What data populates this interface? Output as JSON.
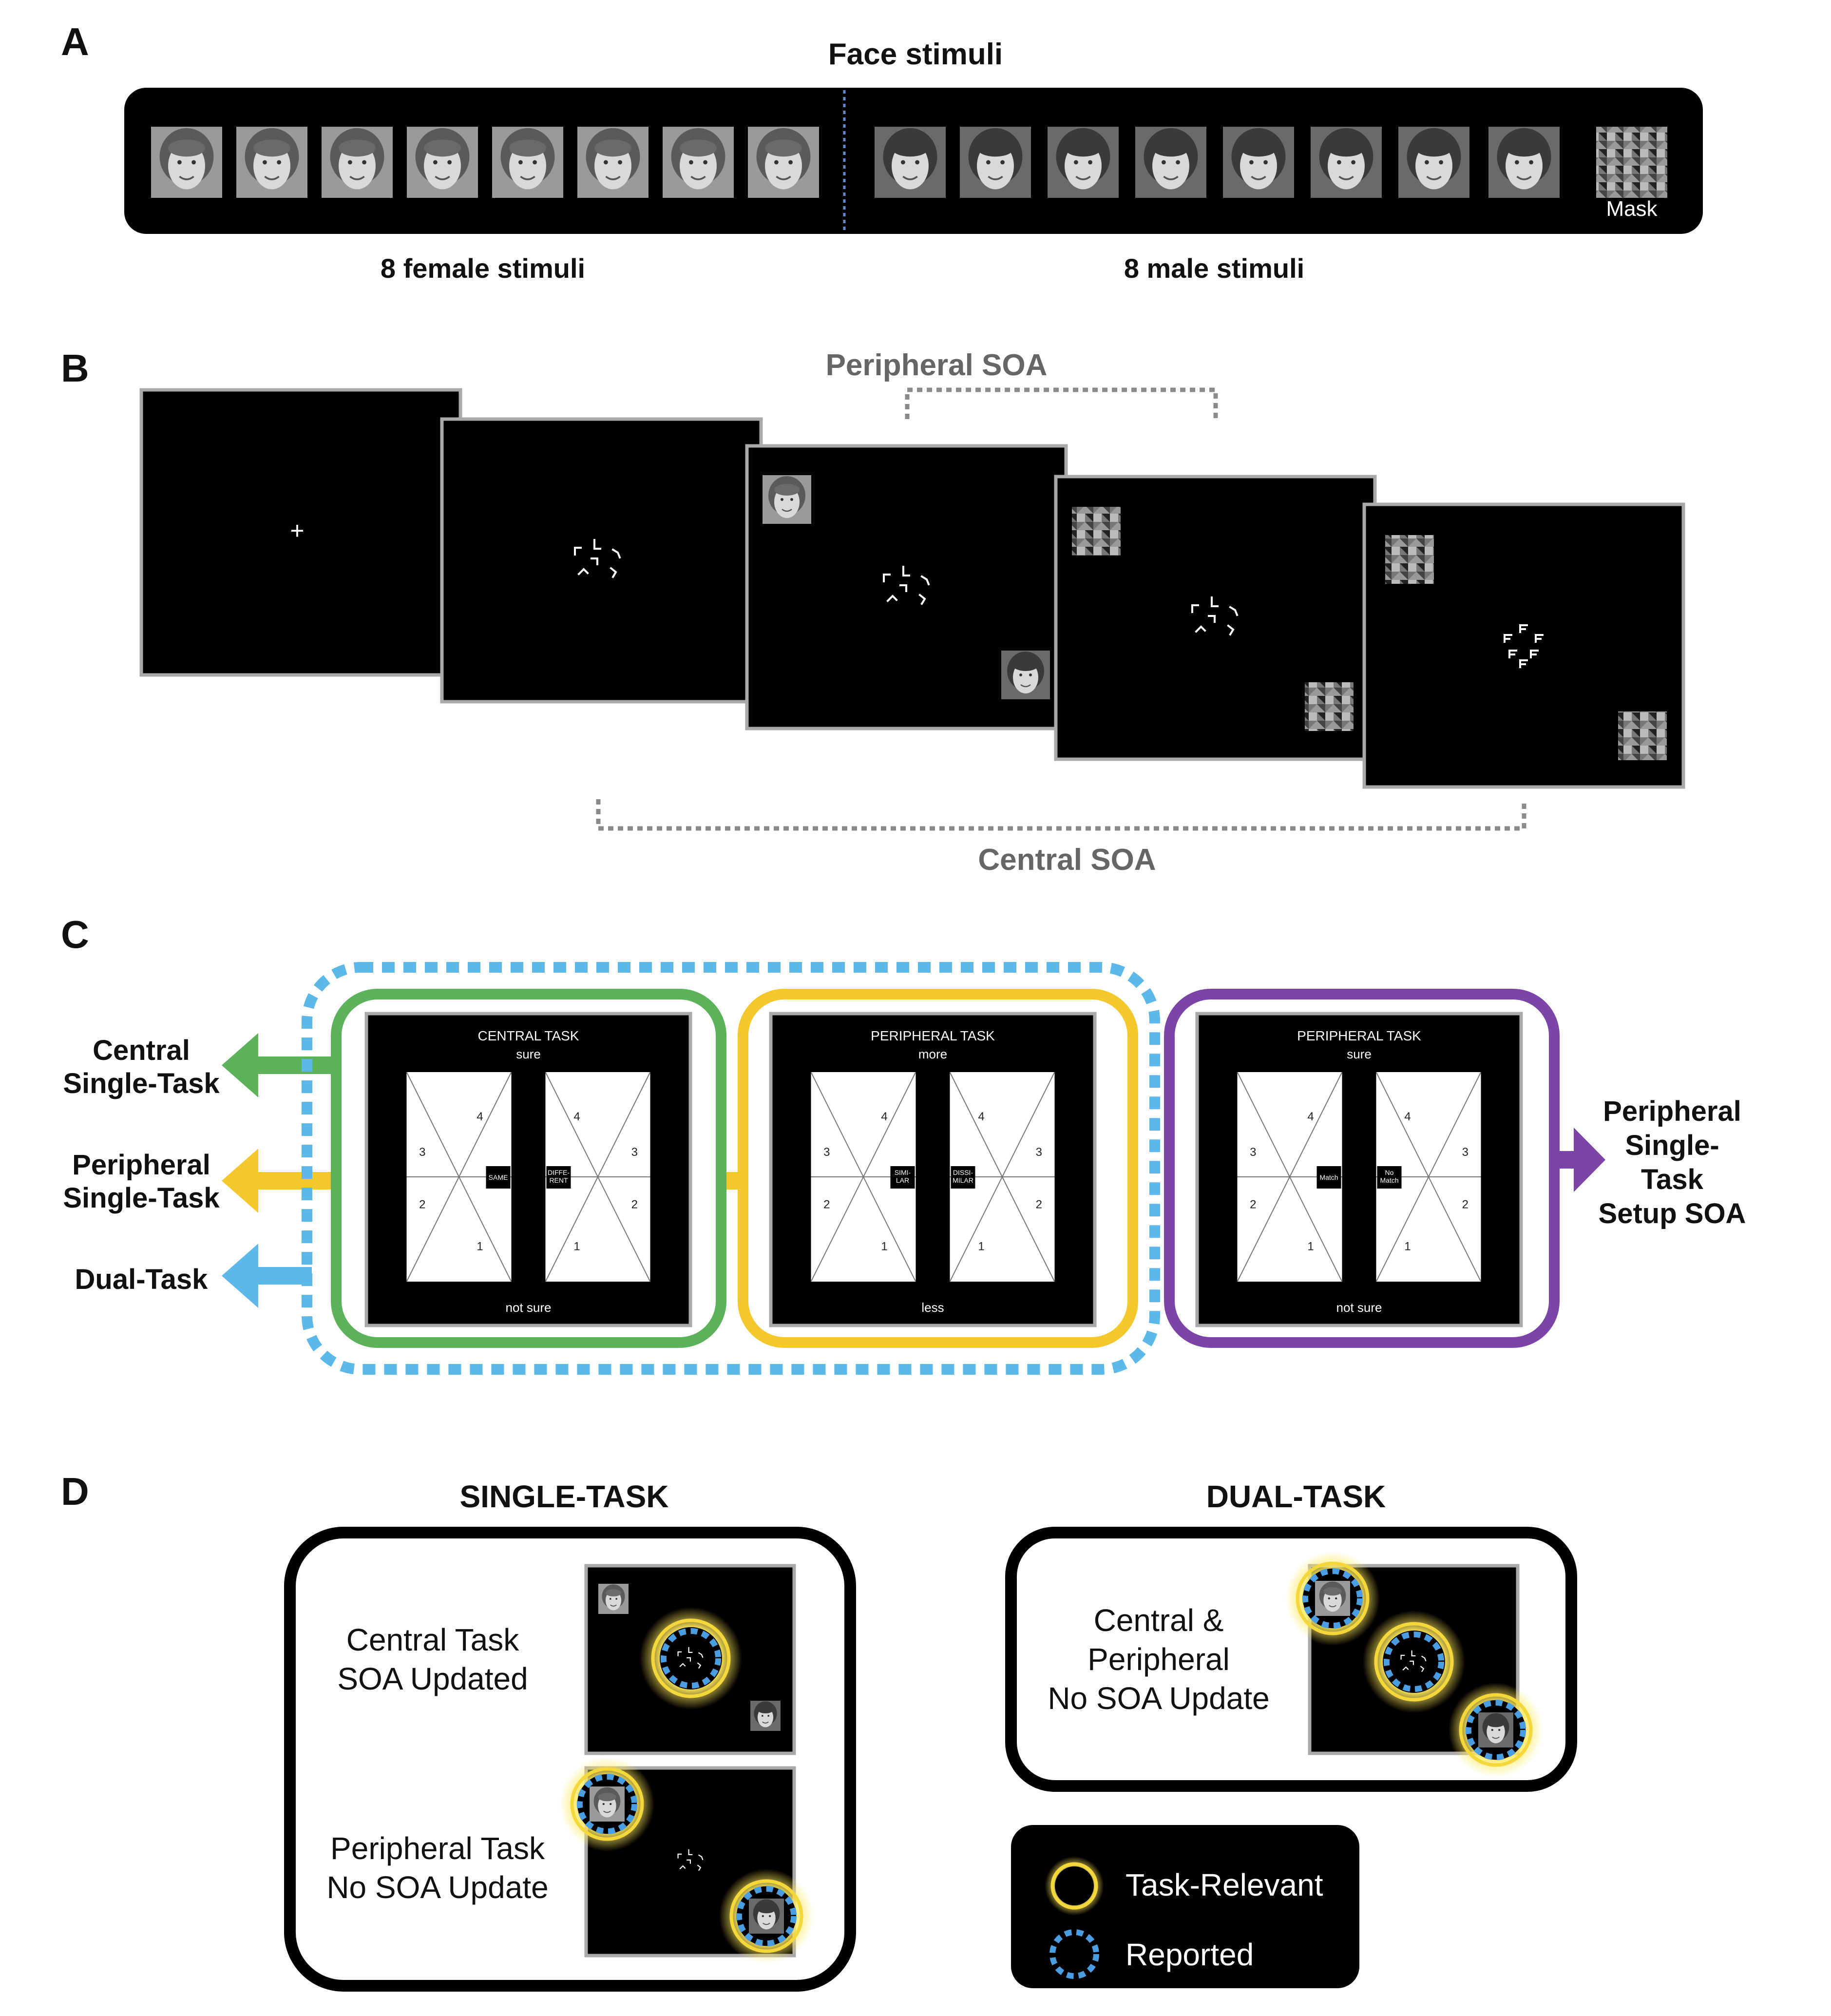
{
  "panels": {
    "a": {
      "letter": "A",
      "title": "Face stimuli",
      "female_label": "8 female stimuli",
      "male_label": "8 male stimuli",
      "mask_label": "Mask"
    },
    "b": {
      "letter": "B",
      "peripheral_soa_label": "Peripheral SOA",
      "central_soa_label": "Central SOA",
      "fixation": "+"
    },
    "c": {
      "letter": "C",
      "left_labels": {
        "central_line1": "Central",
        "central_line2": "Single-Task",
        "peripheral_line1": "Peripheral",
        "peripheral_line2": "Single-Task",
        "dual": "Dual-Task"
      },
      "right_label": [
        "Peripheral",
        "Single-",
        "Task",
        "Setup SOA"
      ],
      "screens": [
        {
          "title": "CENTRAL TASK",
          "top": "sure",
          "bottom": "not sure",
          "left_box": "SAME",
          "right_box": [
            "DIFFE-",
            "RENT"
          ]
        },
        {
          "title": "PERIPHERAL TASK",
          "top": "more",
          "bottom": "less",
          "left_box": [
            "SIMI-",
            "LAR"
          ],
          "right_box": [
            "DISSI-",
            "MILAR"
          ]
        },
        {
          "title": "PERIPHERAL TASK",
          "top": "sure",
          "bottom": "not sure",
          "left_box": "Match",
          "right_box": [
            "No",
            "Match"
          ]
        }
      ],
      "numbers": [
        "1",
        "2",
        "3",
        "4"
      ]
    },
    "d": {
      "letter": "D",
      "single_title": "SINGLE-TASK",
      "dual_title": "DUAL-TASK",
      "central_updated": [
        "Central Task",
        "SOA Updated"
      ],
      "peripheral_no_update": [
        "Peripheral Task",
        "No SOA Update"
      ],
      "dual_text": [
        "Central &",
        "Peripheral",
        "No SOA Update"
      ],
      "legend": {
        "task_relevant": "Task-Relevant",
        "reported": "Reported"
      }
    }
  },
  "colors": {
    "green": "#5cb25a",
    "yellow": "#f4c72c",
    "purple": "#7b45a8",
    "blue": "#5bb8e8",
    "gray_text": "#666666",
    "screen_border": "#a9a9a9"
  }
}
